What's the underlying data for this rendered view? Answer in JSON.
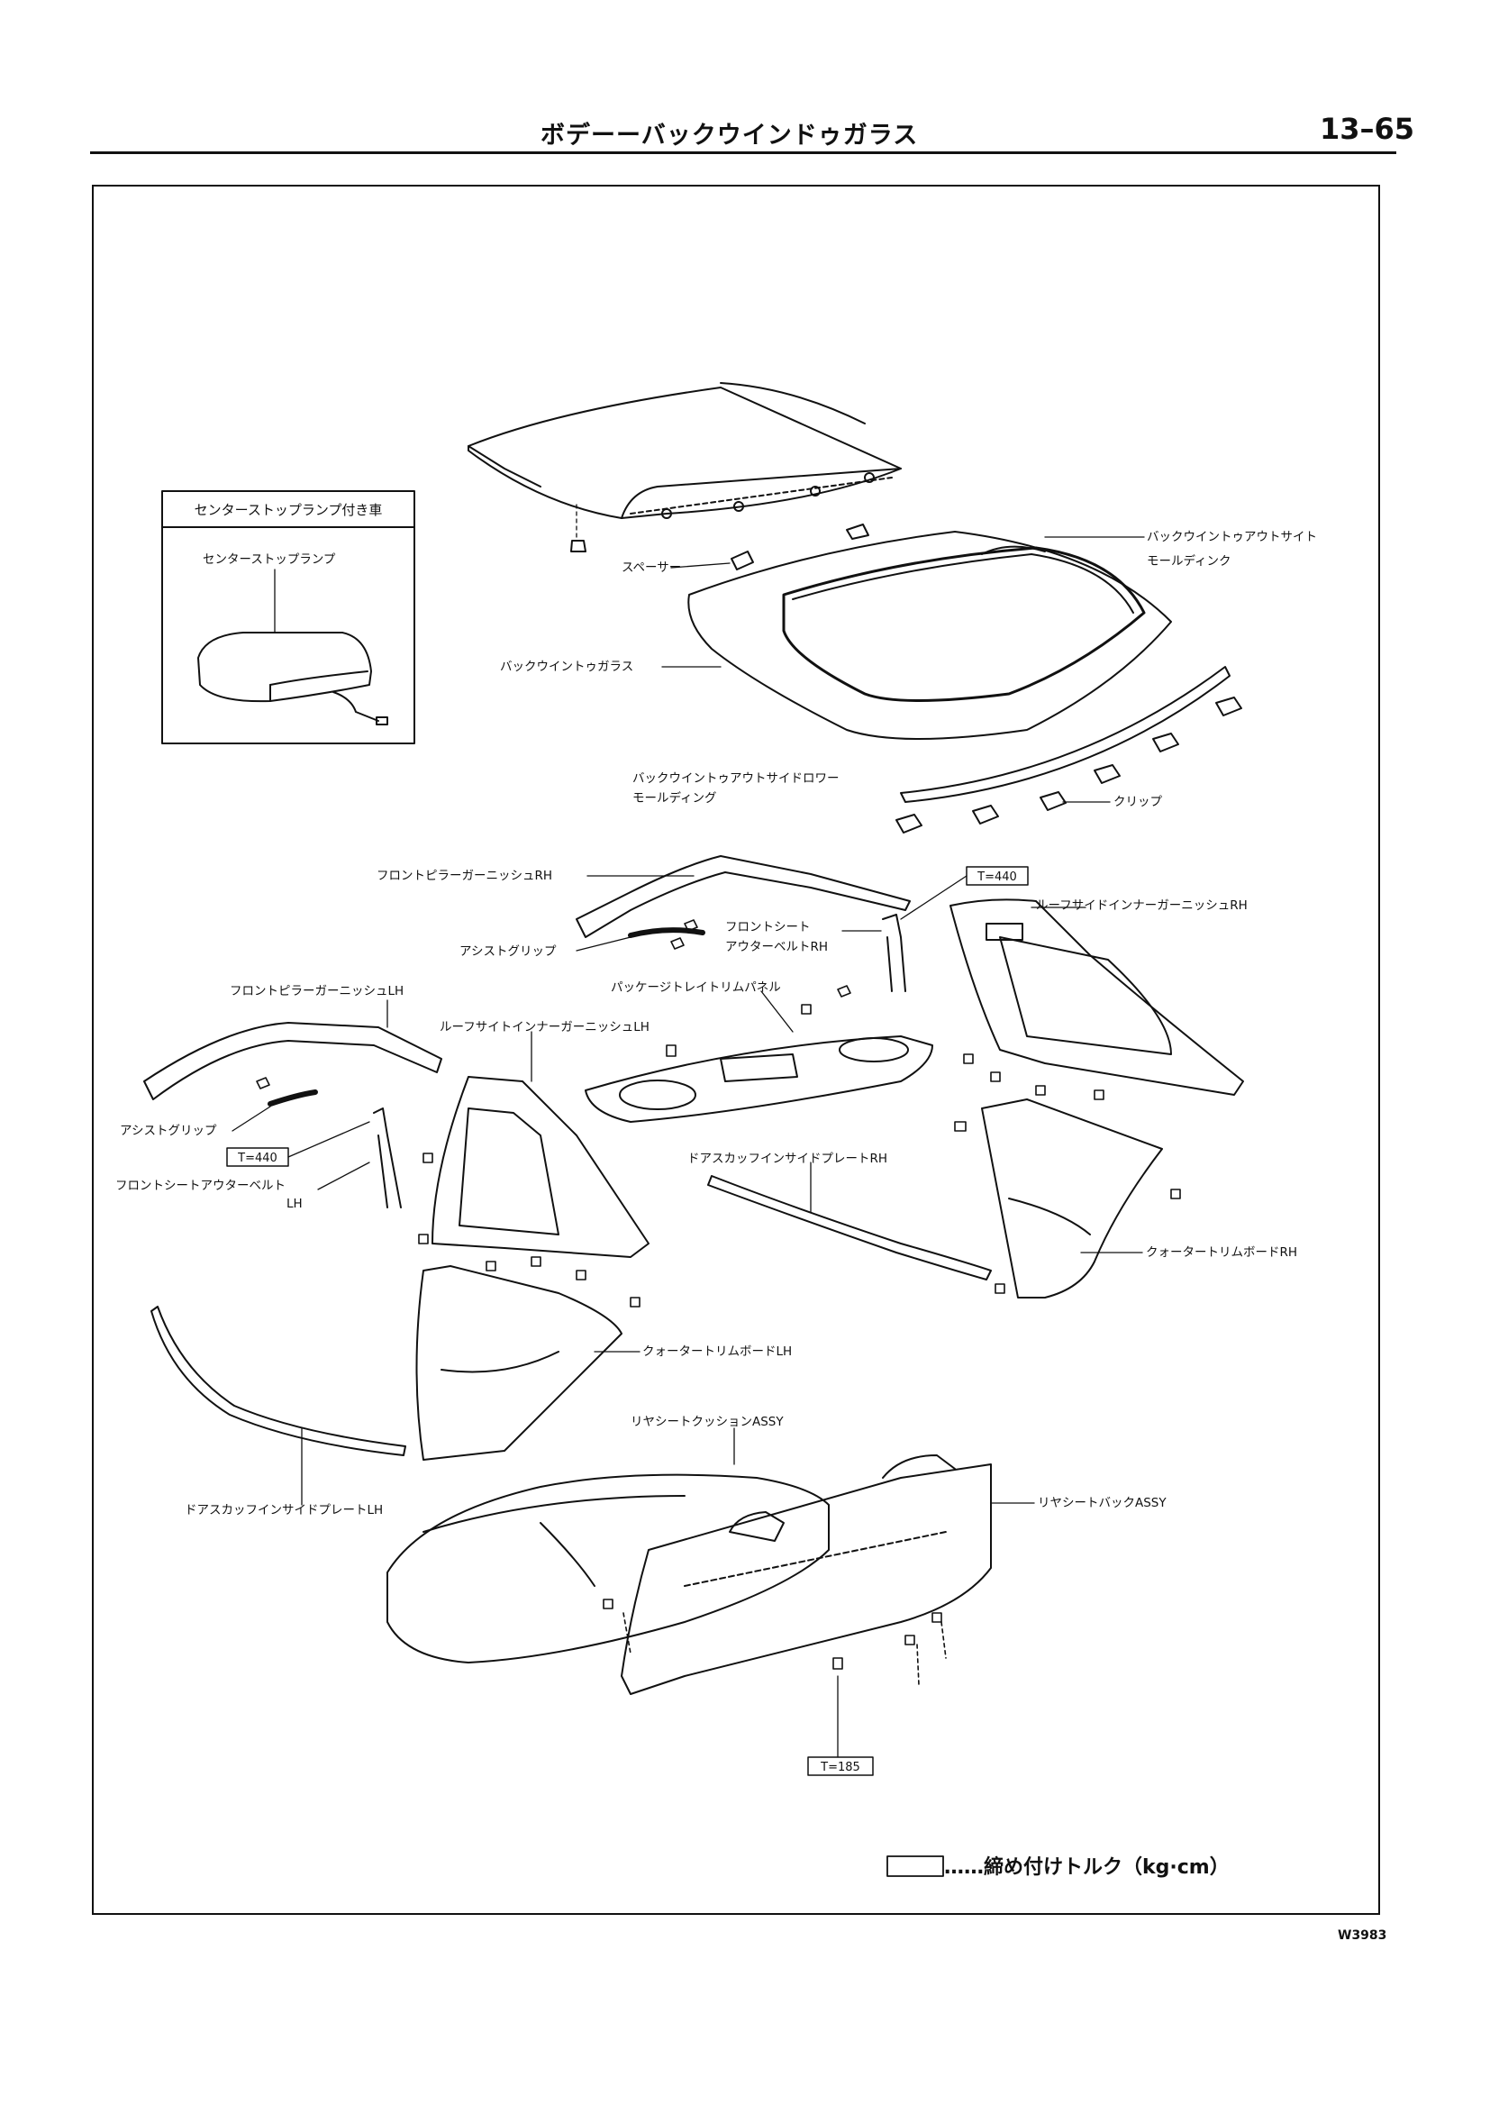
{
  "header": {
    "title": "ボデーーバックウインドゥガラス",
    "page": "13–65"
  },
  "inset": {
    "title": "センターストップランプ付き車",
    "part": "センターストップランプ"
  },
  "labels": {
    "spacer": "スペーサー",
    "outside_molding_1": "バックウイントゥアウトサイト",
    "outside_molding_2": "モールディンク",
    "back_glass": "バックウイントゥガラス",
    "lower_molding_1": "バックウイントゥアウトサイドロワー",
    "lower_molding_2": "モールディング",
    "clip": "クリップ",
    "front_pillar_rh": "フロントピラーガーニッシュRH",
    "roof_inner_rh": "ルーフサイドインナーガーニッシュRH",
    "assist_grip_1": "アシストグリップ",
    "front_belt_rh_1": "フロントシート",
    "front_belt_rh_2": "アウターベルトRH",
    "front_pillar_lh": "フロントピラーガーニッシュLH",
    "package_tray": "パッケージトレイトリムパネル",
    "roof_inner_lh": "ルーフサイトインナーガーニッシュLH",
    "assist_grip_2": "アシストグリップ",
    "front_belt_lh_1": "フロントシートアウターベルト",
    "front_belt_lh_2": "LH",
    "scuff_rh": "ドアスカッフインサイドプレートRH",
    "quarter_rh": "クォータートリムボードRH",
    "quarter_lh": "クォータートリムボードLH",
    "cushion": "リヤシートクッションASSY",
    "seatback": "リヤシートバックASSY",
    "scuff_lh": "ドアスカッフインサイドプレートLH"
  },
  "torques": {
    "t1": "T=440",
    "t2": "T=440",
    "t3": "T=185"
  },
  "legend": {
    "text": "……締め付けトルク（kg·cm）"
  },
  "figure_code": "W3983"
}
